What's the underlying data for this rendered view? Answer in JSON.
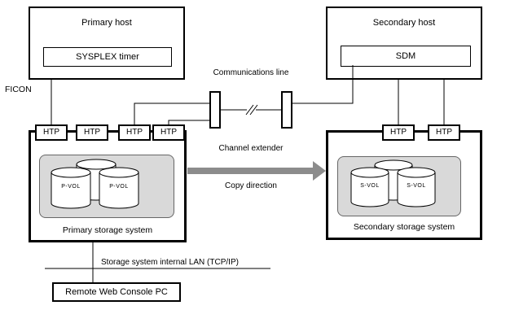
{
  "titles": {
    "primary_host": "Primary host",
    "sysplex_timer": "SYSPLEX timer",
    "secondary_host": "Secondary host",
    "sdm": "SDM",
    "primary_storage": "Primary storage system",
    "secondary_storage": "Secondary storage system",
    "remote_console": "Remote Web Console PC"
  },
  "labels": {
    "ficon": "FICON",
    "communications_line": "Communications line",
    "channel_extender": "Channel extender",
    "copy_direction": "Copy direction",
    "internal_lan": "Storage system internal LAN (TCP/IP)"
  },
  "primary_storage": {
    "ports": [
      "HTP",
      "HTP",
      "HTP",
      "HTP"
    ],
    "volumes": [
      "P-VOL",
      "P-VOL"
    ]
  },
  "secondary_storage": {
    "ports": [
      "HTP",
      "HTP"
    ],
    "volumes": [
      "S-VOL",
      "S-VOL"
    ]
  },
  "colors": {
    "copy_arrow_gray": "#8c8c8c",
    "volume_group_gray": "#d9d9d9",
    "line_black": "#000000"
  }
}
